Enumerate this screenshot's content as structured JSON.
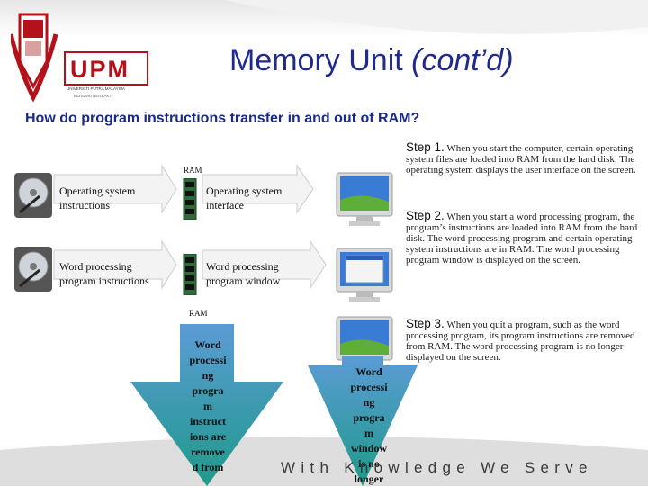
{
  "slide": {
    "title_main": "Memory Unit",
    "title_italic": "(cont’d)",
    "subtitle": "How do program instructions transfer in and out of RAM?",
    "footer": "With Knowledge We Serve",
    "logo_text": "UPM",
    "logo_sub1": "UNIVERSITI PUTRA MALAYSIA",
    "logo_sub2": "BERILMU BERBAKTI"
  },
  "steps": [
    {
      "heading": "Step 1.",
      "text": "When you start the computer, certain operating system files are loaded into RAM from the hard disk. The operating system displays the user interface on the screen."
    },
    {
      "heading": "Step 2.",
      "text": "When you start a word processing program, the program’s instructions are loaded into RAM from the hard disk. The word processing program and certain operating system instructions are in RAM. The word processing program window is displayed on the screen."
    },
    {
      "heading": "Step 3.",
      "text": "When you quit a program, such as the word processing program, its program instructions are removed from RAM. The word processing program is no longer displayed on the screen."
    }
  ],
  "diagram": {
    "ram_label_1": "RAM",
    "ram_label_2": "RAM",
    "os_instr_1": "Operating system",
    "os_instr_2": "instructions",
    "os_iface_1": "Operating system",
    "os_iface_2": "interface",
    "wp_instr_1": "Word processing",
    "wp_instr_2": "program instructions",
    "wp_window_1": "Word processing",
    "wp_window_2": "program window",
    "down_arrow_1_lines": [
      "Word",
      "processi",
      "ng",
      "progra",
      "m",
      "instruct",
      "ions are",
      "remove",
      "d from"
    ],
    "down_arrow_2_lines": [
      "Word",
      "processi",
      "ng",
      "progra",
      "m",
      "window",
      "is no",
      "longer"
    ]
  },
  "colors": {
    "title": "#1f2a8c",
    "subtitle": "#1a2a8a",
    "arrow_blue": "#5b9bd5",
    "arrow_teal": "#1f9a8a",
    "logo_red": "#b3121b"
  }
}
